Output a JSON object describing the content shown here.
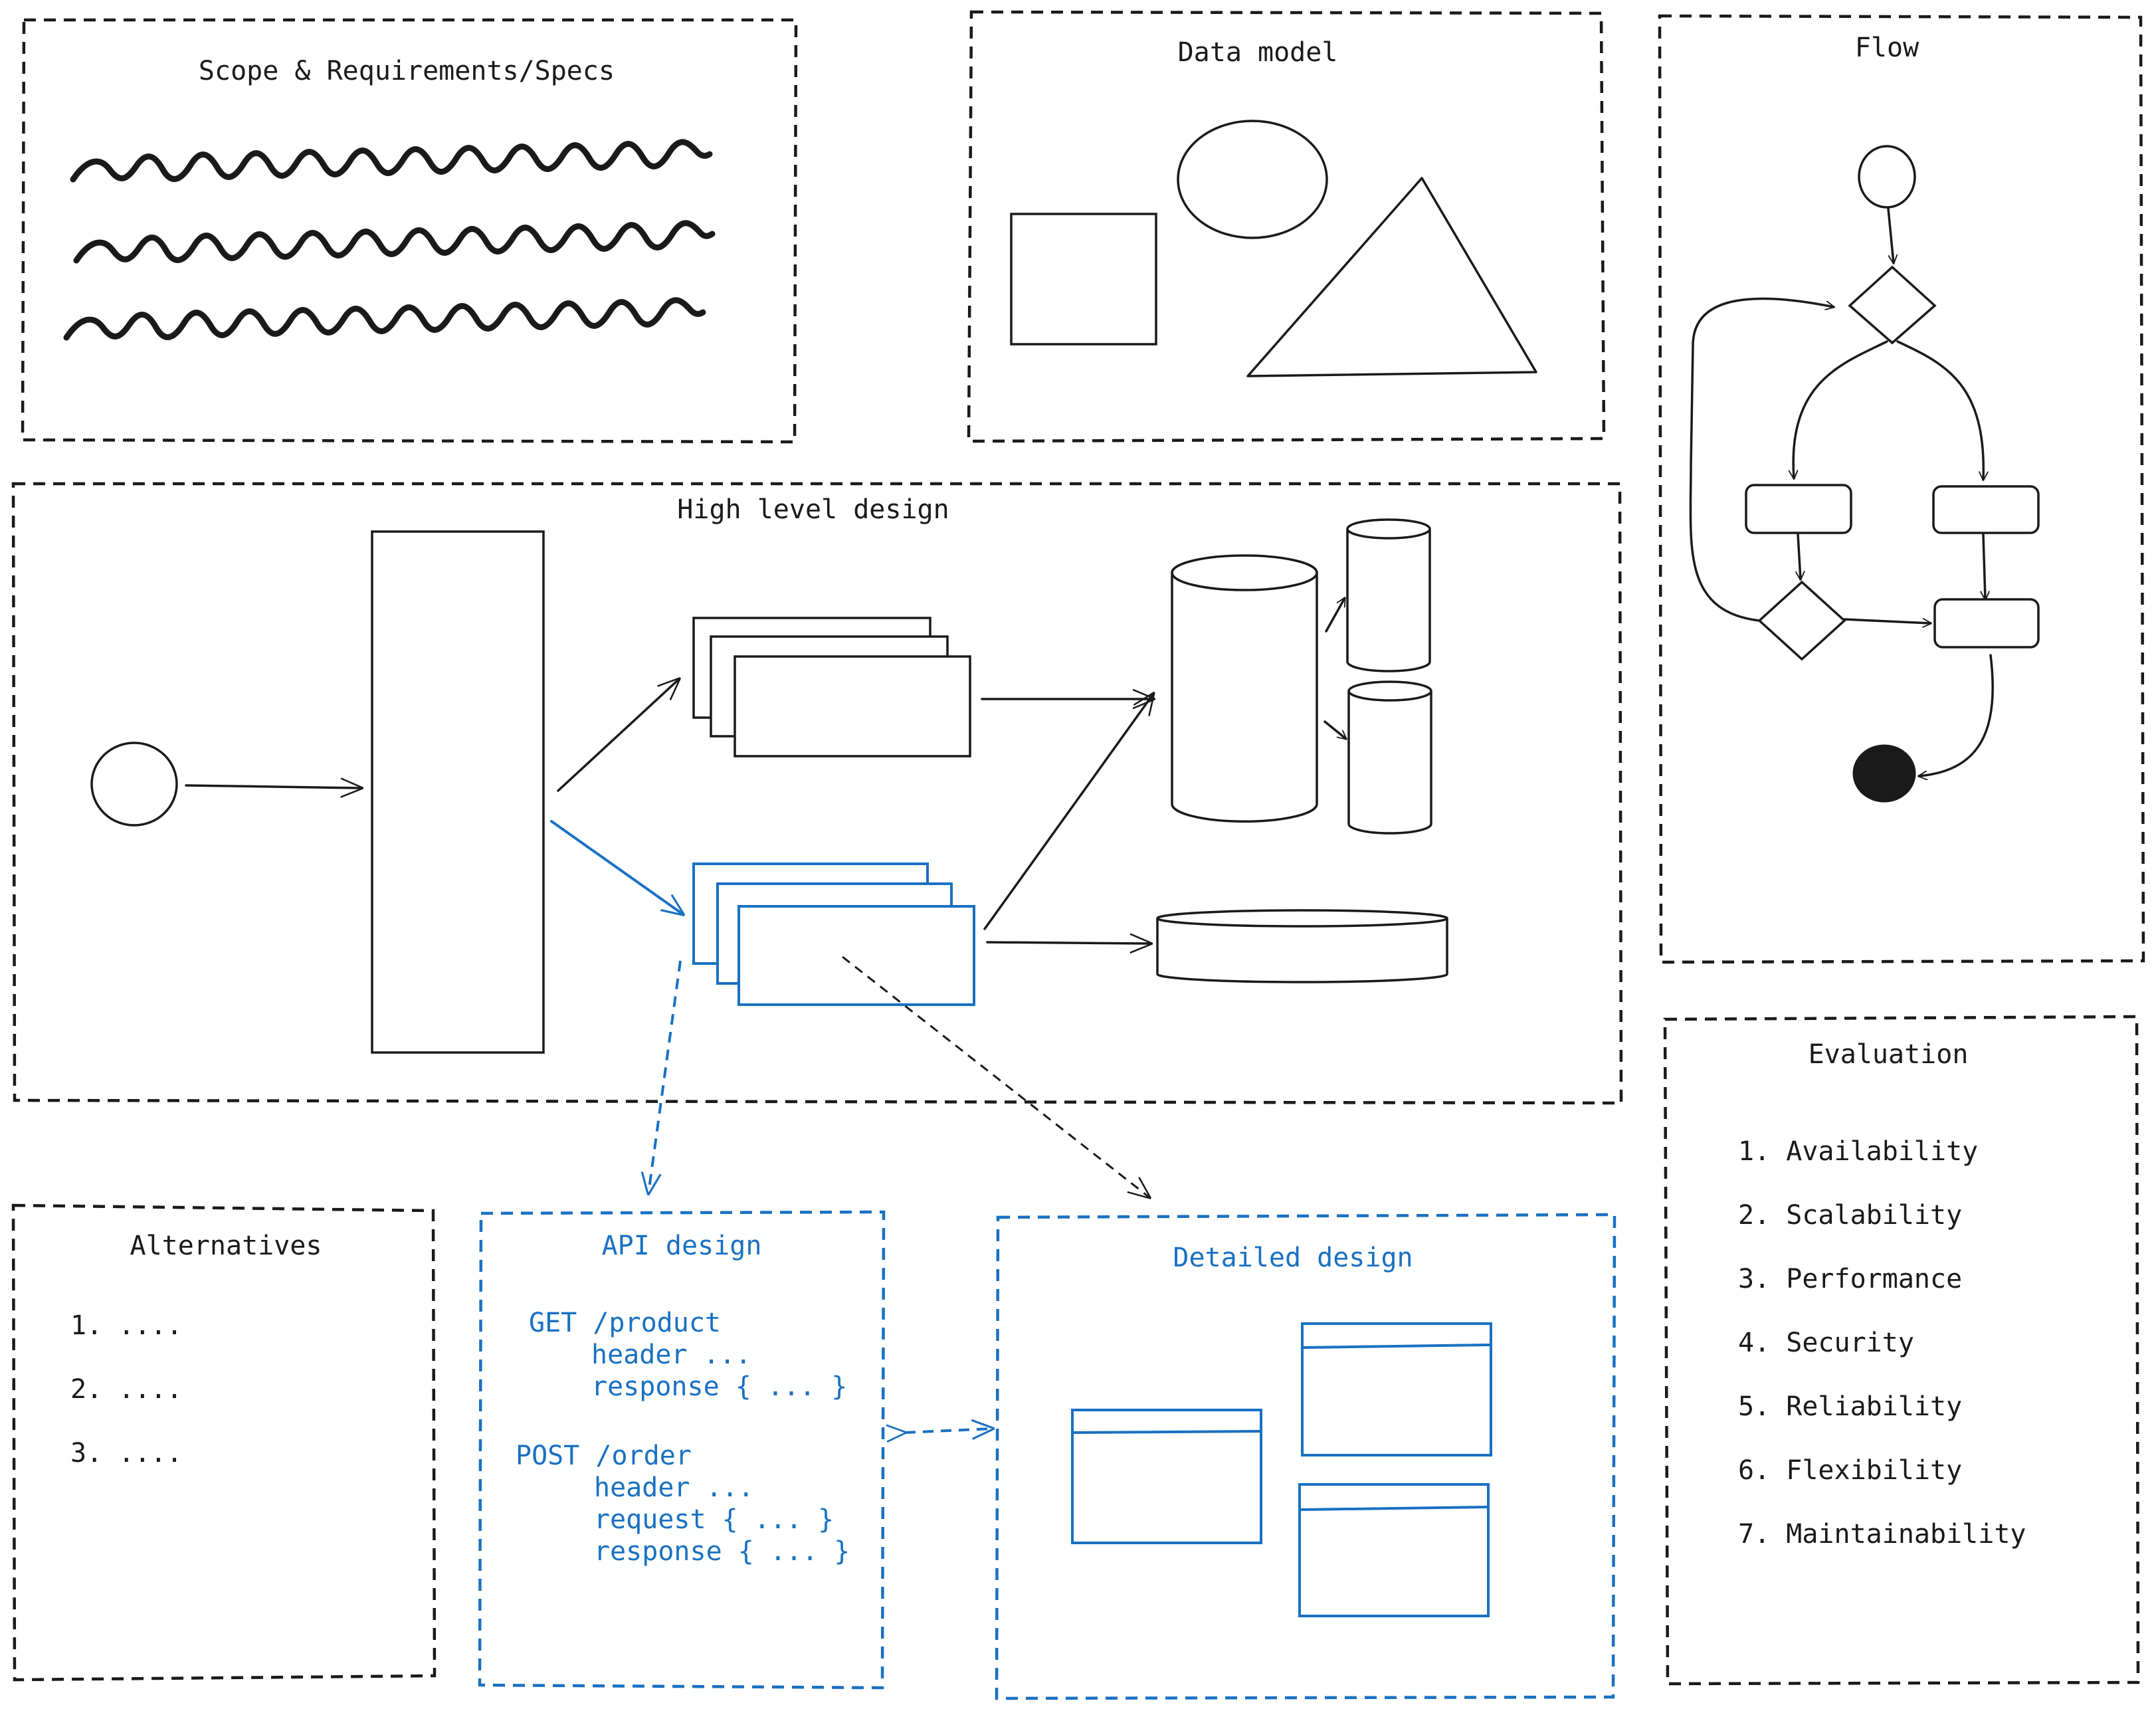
{
  "sections": {
    "scope": {
      "title": "Scope & Requirements/Specs"
    },
    "data_model": {
      "title": "Data model"
    },
    "flow": {
      "title": "Flow"
    },
    "high_level": {
      "title": "High level design"
    },
    "alternatives": {
      "title": "Alternatives",
      "items": [
        "1. ....",
        "2. ....",
        "3. ...."
      ]
    },
    "api": {
      "title": "API design",
      "lines": [
        "GET /product",
        "header ...",
        "response { ... }",
        "POST /order",
        "header ...",
        "request { ... }",
        "response { ... }"
      ]
    },
    "detailed": {
      "title": "Detailed design"
    },
    "evaluation": {
      "title": "Evaluation",
      "items": [
        "1. Availability",
        "2. Scalability",
        "3. Performance",
        "4. Security",
        "5. Reliability",
        "6. Flexibility",
        "7. Maintainability"
      ]
    }
  },
  "colors": {
    "ink": "#1a1a1a",
    "accent_blue": "#1971c2",
    "background": "#ffffff"
  }
}
